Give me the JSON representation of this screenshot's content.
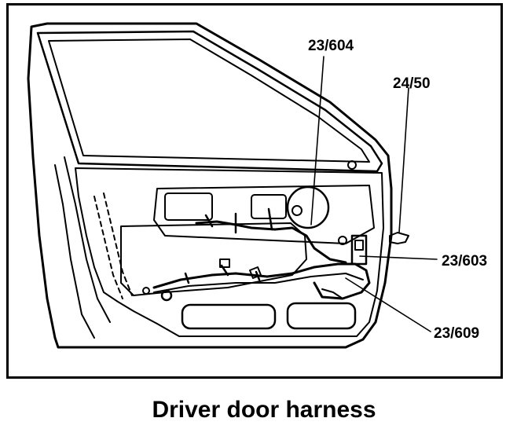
{
  "callouts": {
    "c1": "23/604",
    "c2": "24/50",
    "c3": "23/603",
    "c4": "23/609"
  },
  "caption": "Driver door harness"
}
